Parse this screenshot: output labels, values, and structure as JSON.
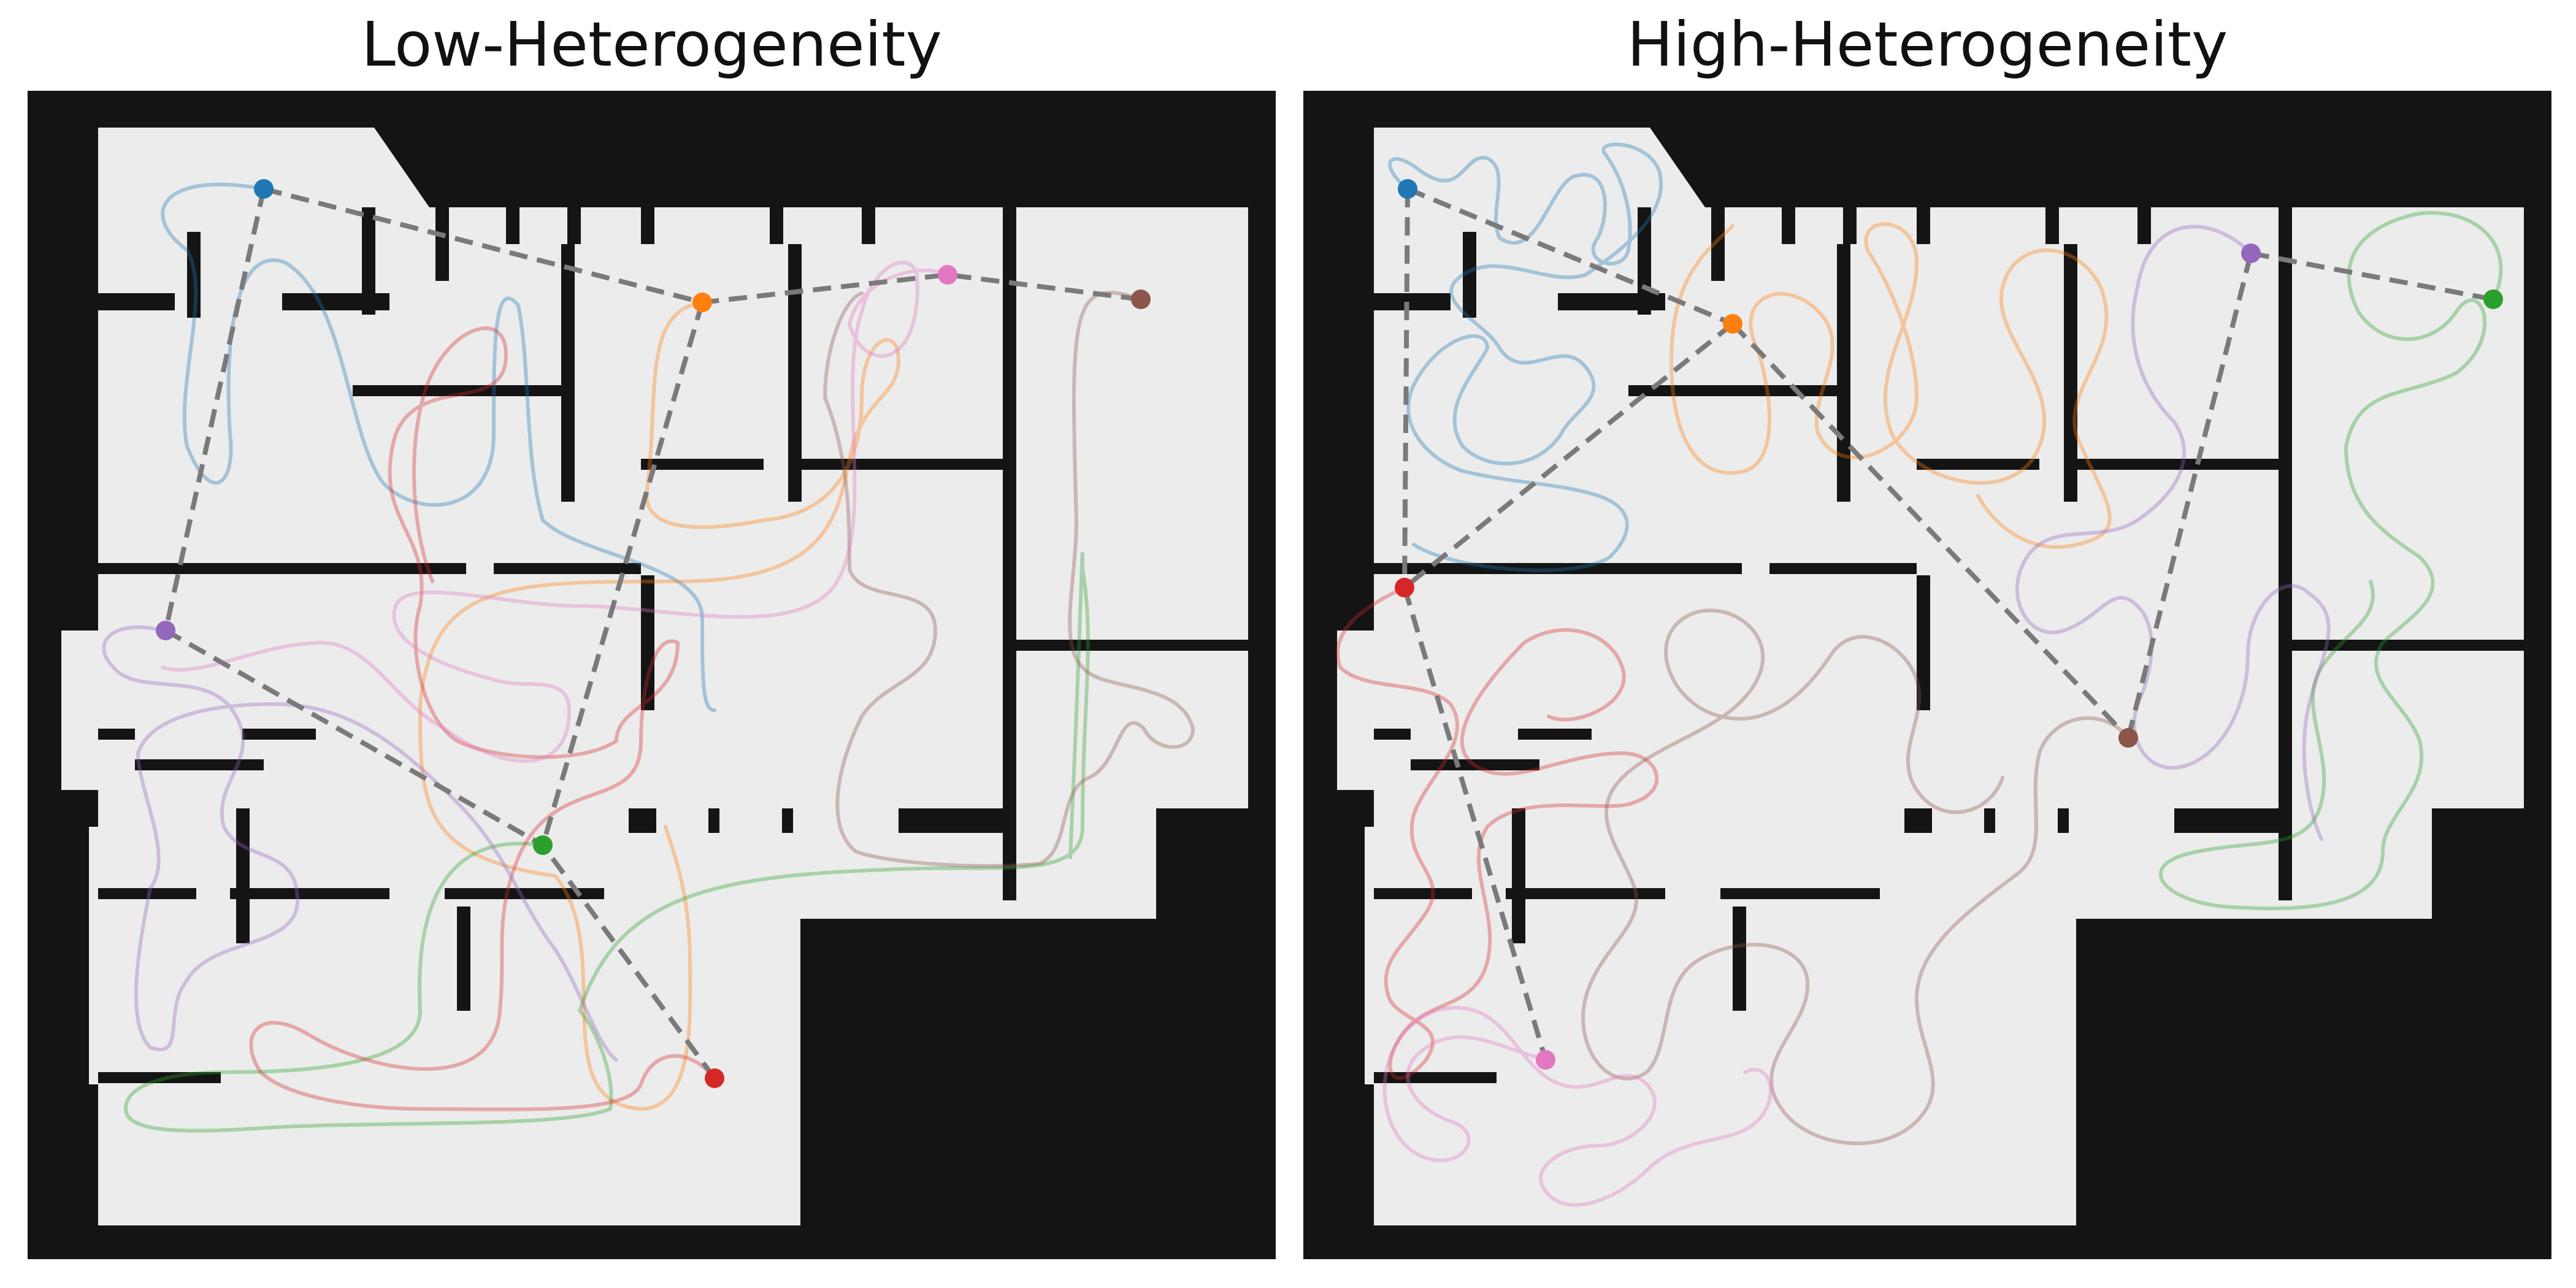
{
  "panels": [
    {
      "id": "left",
      "title": "Low-Heterogeneity"
    },
    {
      "id": "right",
      "title": "High-Heterogeneity"
    }
  ],
  "colors": {
    "background": "#141414",
    "floor": "#ececec",
    "link": "#7a7a7a",
    "agents": [
      "#1f77b4",
      "#ff7f0e",
      "#2ca02c",
      "#d62728",
      "#9467bd",
      "#8c564b",
      "#e377c2"
    ]
  },
  "legend": null
}
